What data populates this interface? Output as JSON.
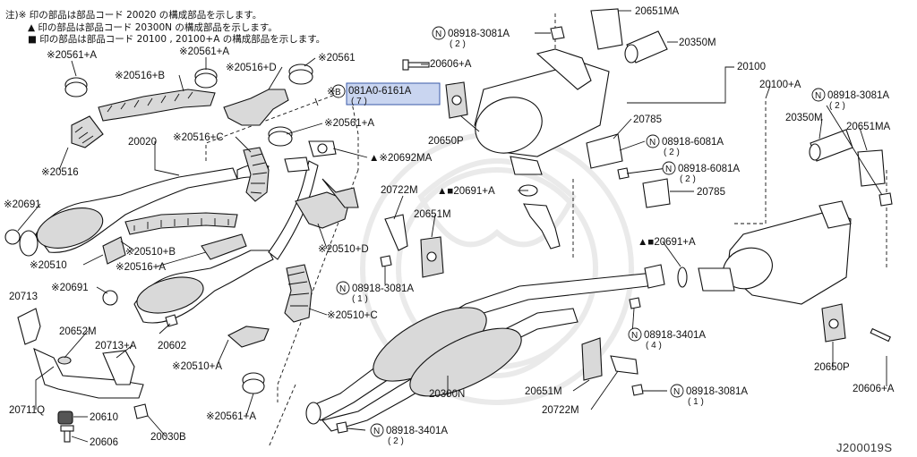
{
  "notes": [
    "注)※ 印の部品は部品コード 20020 の構成部品を示します。",
    "▲ 印の部品は部品コード 20300N の構成部品を示します。",
    "■ 印の部品は部品コード 20100 , 20100+A の構成部品を示します。"
  ],
  "labels": {
    "l20651MA_top": "20651MA",
    "l20350M_top": "20350M",
    "l20100": "20100",
    "l08918_3081A_top": "08918-3081A",
    "l08918_3081A_top_q": "( 2 )",
    "l20606A_top": "20606+A",
    "l081A0": "081A0-6161A",
    "l081A0_q": "( 7 )",
    "l20561A_tl": "※20561+A",
    "l20561A_tm": "※20561+A",
    "l20561_t": "※20561",
    "l20516B": "※20516+B",
    "l20516D": "※20516+D",
    "l20020": "20020",
    "l20516C": "※20516+C",
    "l20561A_m": "※20561+A",
    "l20516": "※20516",
    "l20692MA": "▲※20692MA",
    "l20650P_top": "20650P",
    "l20785_a": "20785",
    "l08918_6081A_a": "08918-6081A",
    "l08918_6081A_a_q": "( 2 )",
    "l08918_6081A_b": "08918-6081A",
    "l08918_6081A_b_q": "( 2 )",
    "l20785_b": "20785",
    "l20691": "※20691",
    "l20722M_top": "20722M",
    "l20691A_top": "▲■20691+A",
    "l20651M_mid": "20651M",
    "l20510B": "※20510+B",
    "l20510": "※20510",
    "l20516A": "※20516+A",
    "l20510D": "※20510+D",
    "l08918_3081A_mid": "08918-3081A",
    "l08918_3081A_mid_q": "( 1 )",
    "l20713": "20713",
    "l20691_b": "※20691",
    "l20510C": "※20510+C",
    "l20602": "20602",
    "l20652M": "20652M",
    "l20713A": "20713+A",
    "l20510A": "※20510+A",
    "l20711Q": "20711Q",
    "l20610": "20610",
    "l20030B": "20030B",
    "l20606": "20606",
    "l20561A_b": "※20561+A",
    "l08918_3401A_b": "08918-3401A",
    "l08918_3401A_b_q": "( 2 )",
    "l20300N": "20300N",
    "l20651M_b": "20651M",
    "l20722M_b": "20722M",
    "l08918_3081A_b": "08918-3081A",
    "l08918_3081A_b_q": "( 1 )",
    "l08918_3401A_r": "08918-3401A",
    "l08918_3401A_r_q": "( 4 )",
    "l20691A_r": "▲■20691+A",
    "l20100A": "20100+A",
    "l08918_3081A_r": "08918-3081A",
    "l08918_3081A_r_q": "( 2 )",
    "l20350M_r": "20350M",
    "l20651MA_r": "20651MA",
    "l20650P_r": "20650P",
    "l20606A_r": "20606+A"
  },
  "marker_n": "N",
  "marker_b": "B",
  "ref_code": "J200019S"
}
